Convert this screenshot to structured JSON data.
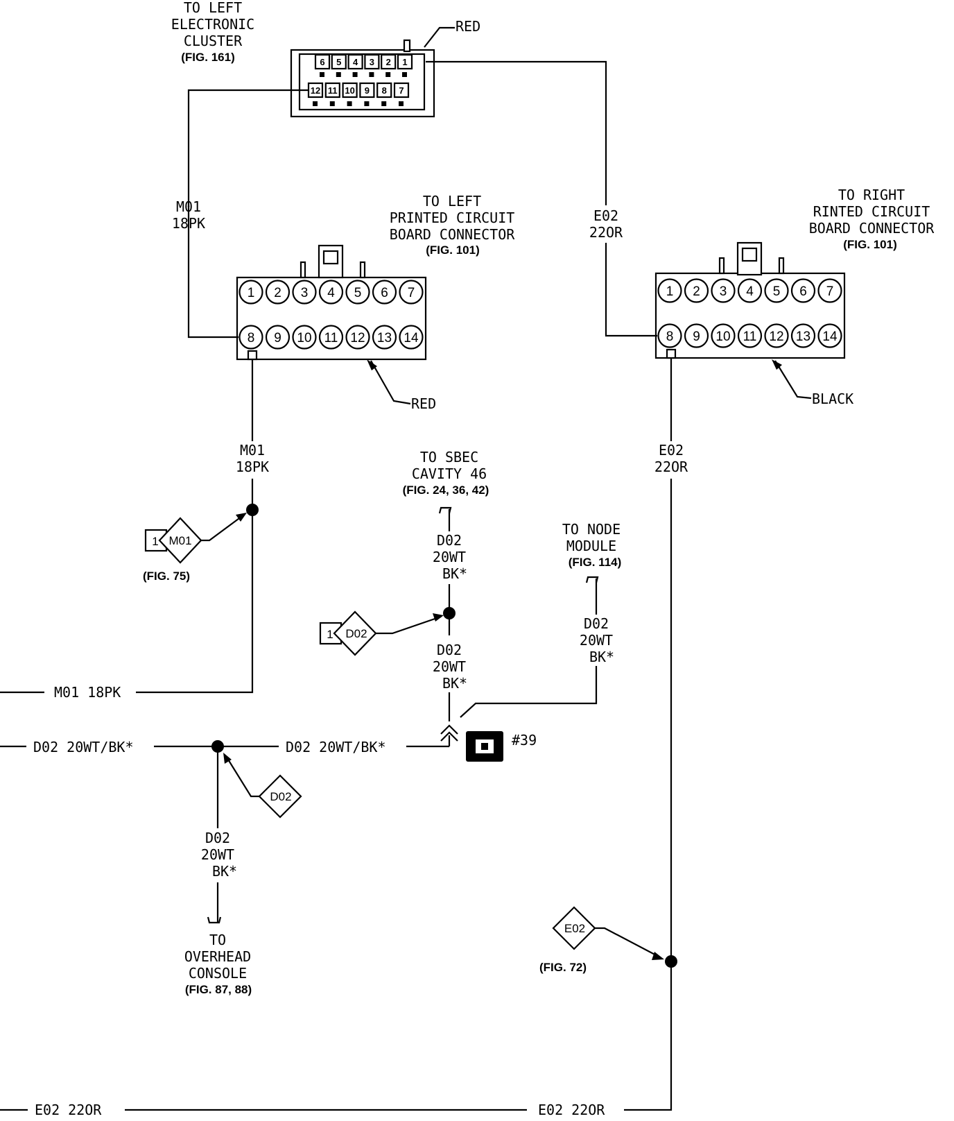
{
  "cluster": {
    "title": [
      "TO LEFT",
      "ELECTRONIC",
      "CLUSTER"
    ],
    "fig": "(FIG. 161)",
    "color": "RED",
    "top_pins": [
      "6",
      "5",
      "4",
      "3",
      "2",
      "1"
    ],
    "bottom_pins": [
      "12",
      "11",
      "10",
      "9",
      "8",
      "7"
    ]
  },
  "left_pcb": {
    "title": [
      "TO LEFT",
      "PRINTED CIRCUIT",
      "BOARD CONNECTOR"
    ],
    "fig": "(FIG. 101)",
    "color": "RED",
    "top_pins": [
      "1",
      "2",
      "3",
      "4",
      "5",
      "6",
      "7"
    ],
    "bottom_pins": [
      "8",
      "9",
      "10",
      "11",
      "12",
      "13",
      "14"
    ]
  },
  "right_pcb": {
    "title": [
      "TO RIGHT",
      "RINTED CIRCUIT",
      "BOARD CONNECTOR"
    ],
    "fig": "(FIG. 101)",
    "color": "BLACK",
    "top_pins": [
      "1",
      "2",
      "3",
      "4",
      "5",
      "6",
      "7"
    ],
    "bottom_pins": [
      "8",
      "9",
      "10",
      "11",
      "12",
      "13",
      "14"
    ]
  },
  "wires": {
    "m01_upper": [
      "M01",
      "18PK"
    ],
    "e02_upper": [
      "E02",
      "22OR"
    ],
    "m01_mid": [
      "M01",
      "18PK"
    ],
    "e02_mid": [
      "E02",
      "22OR"
    ],
    "d02_sbec": [
      "D02",
      "20WT",
      "BK*"
    ],
    "d02_splice_below": [
      "D02",
      "20WT",
      "BK*"
    ],
    "d02_node": [
      "D02",
      "20WT",
      "BK*"
    ],
    "d02_overhead": [
      "D02",
      "20WT",
      "BK*"
    ],
    "m01_horizontal": "M01 18PK",
    "d02_left_horizontal": "D02 20WT/BK*",
    "d02_right_horizontal": "D02 20WT/BK*",
    "e02_bottom_left": "E02 22OR",
    "e02_bottom_right": "E02 22OR"
  },
  "sbec": {
    "title": [
      "TO SBEC",
      "CAVITY 46"
    ],
    "fig": "(FIG. 24, 36, 42)"
  },
  "node_module": {
    "title": [
      "TO NODE",
      "MODULE"
    ],
    "fig": "(FIG. 114)"
  },
  "overhead": {
    "title": [
      "TO",
      "OVERHEAD",
      "CONSOLE"
    ],
    "fig": "(FIG. 87, 88)"
  },
  "refs": {
    "m01_ref": {
      "num": "1",
      "code": "M01",
      "fig": "(FIG. 75)"
    },
    "d02_ref": {
      "num": "1",
      "code": "D02"
    },
    "d02_splice_ref": {
      "code": "D02"
    },
    "e02_ref": {
      "code": "E02",
      "fig": "(FIG. 72)"
    }
  },
  "ground_connector": {
    "label": "#39"
  }
}
